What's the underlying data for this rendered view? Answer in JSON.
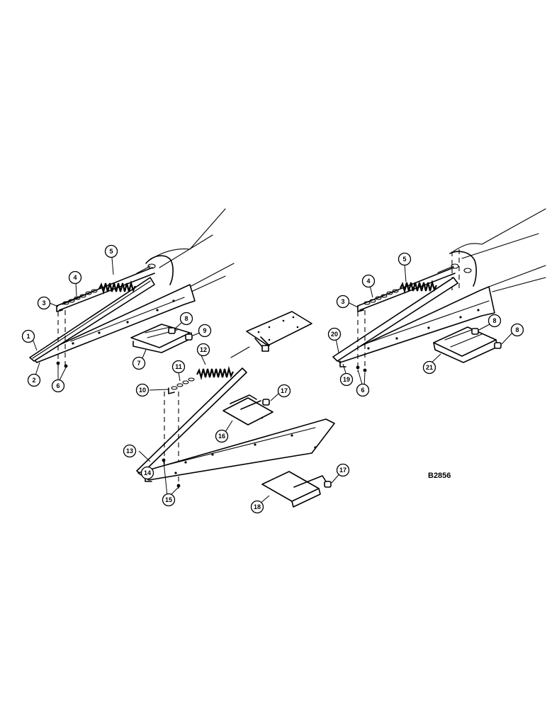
{
  "drawing_code": "B2856",
  "callouts": [
    "1",
    "2",
    "3",
    "4",
    "5",
    "6",
    "7",
    "8",
    "9",
    "10",
    "11",
    "12",
    "13",
    "14",
    "15",
    "16",
    "17",
    "18",
    "19",
    "20",
    "21"
  ],
  "figure_labels": {
    "a1": "1",
    "a2": "2",
    "a3": "3",
    "a4": "4",
    "a5": "5",
    "a6": "6",
    "a7": "7",
    "a8": "8",
    "a9": "9",
    "b10": "10",
    "b11": "11",
    "b12": "12",
    "b13": "13",
    "b14": "14",
    "b15": "15",
    "b16": "16",
    "b17a": "17",
    "b17b": "17",
    "b18": "18",
    "c3": "3",
    "c4": "4",
    "c5": "5",
    "c6": "6",
    "c8a": "8",
    "c8b": "8",
    "c19": "19",
    "c20": "20",
    "c21": "21"
  }
}
